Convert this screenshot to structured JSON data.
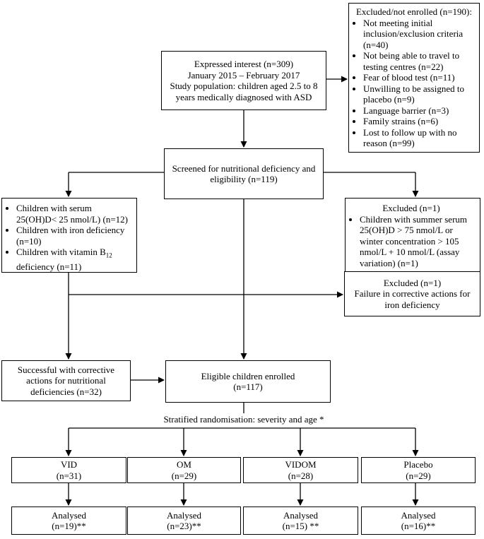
{
  "interest": {
    "line1": "Expressed interest (n=309)",
    "line2": "January 2015 – February 2017",
    "line3": "Study population: children aged 2.5 to 8 years medically diagnosed with ASD"
  },
  "excluded_top": {
    "header": "Excluded/not enrolled (n=190):",
    "items": [
      "Not meeting initial inclusion/exclusion criteria (n=40)",
      "Not being able to travel to testing centres (n=22)",
      "Fear of blood test (n=11)",
      "Unwilling to be assigned to placebo (n=9)",
      "Language barrier (n=3)",
      "Family strains (n=6)",
      "Lost to follow up with no reason (n=99)"
    ]
  },
  "screened": {
    "text": "Screened for nutritional deficiency and eligibility (n=119)"
  },
  "deficiency": {
    "items": [
      "Children with serum 25(OH)D< 25 nmol/L) (n=12)",
      "Children with iron deficiency (n=10)"
    ],
    "b12_prefix": "Children with vitamin B",
    "b12_sub": "12",
    "b12_suffix": " deficiency (n=11)"
  },
  "excluded_mid": {
    "header": "Excluded (n=1)",
    "item": "Children with summer serum 25(OH)D > 75 nmol/L or winter concentration > 105 nmol/L + 10 nmol/L (assay variation) (n=1)"
  },
  "excluded_iron": {
    "line1": "Excluded (n=1)",
    "line2": "Failure in corrective actions for iron deficiency"
  },
  "corrective": {
    "text": "Successful with corrective actions for nutritional deficiencies (n=32)"
  },
  "enrolled": {
    "line1": "Eligible children enrolled",
    "line2": "(n=117)"
  },
  "randomisation": {
    "text": "Stratified randomisation: severity and age *"
  },
  "groups": [
    {
      "name": "VID",
      "n": "(n=31)",
      "analysed": "Analysed",
      "analysed_n": "(n=19)**"
    },
    {
      "name": "OM",
      "n": "(n=29)",
      "analysed": "Analysed",
      "analysed_n": "(n=23)**"
    },
    {
      "name": "VIDOM",
      "n": "(n=28)",
      "analysed": "Analysed",
      "analysed_n": "(n=15) **"
    },
    {
      "name": "Placebo",
      "n": "(n=29)",
      "analysed": "Analysed",
      "analysed_n": "(n=16)**"
    }
  ]
}
